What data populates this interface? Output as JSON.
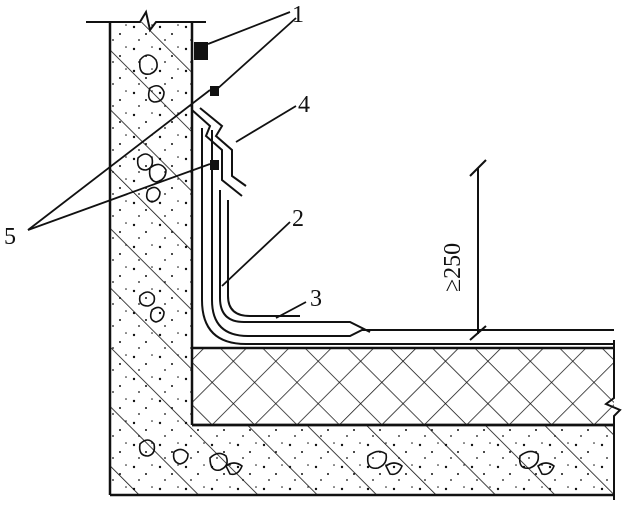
{
  "labels": {
    "callout_1": "1",
    "callout_2": "2",
    "callout_3": "3",
    "callout_4": "4",
    "callout_5": "5",
    "dimension": "≥250"
  },
  "colors": {
    "ink": "#111111",
    "paper": "#ffffff"
  }
}
